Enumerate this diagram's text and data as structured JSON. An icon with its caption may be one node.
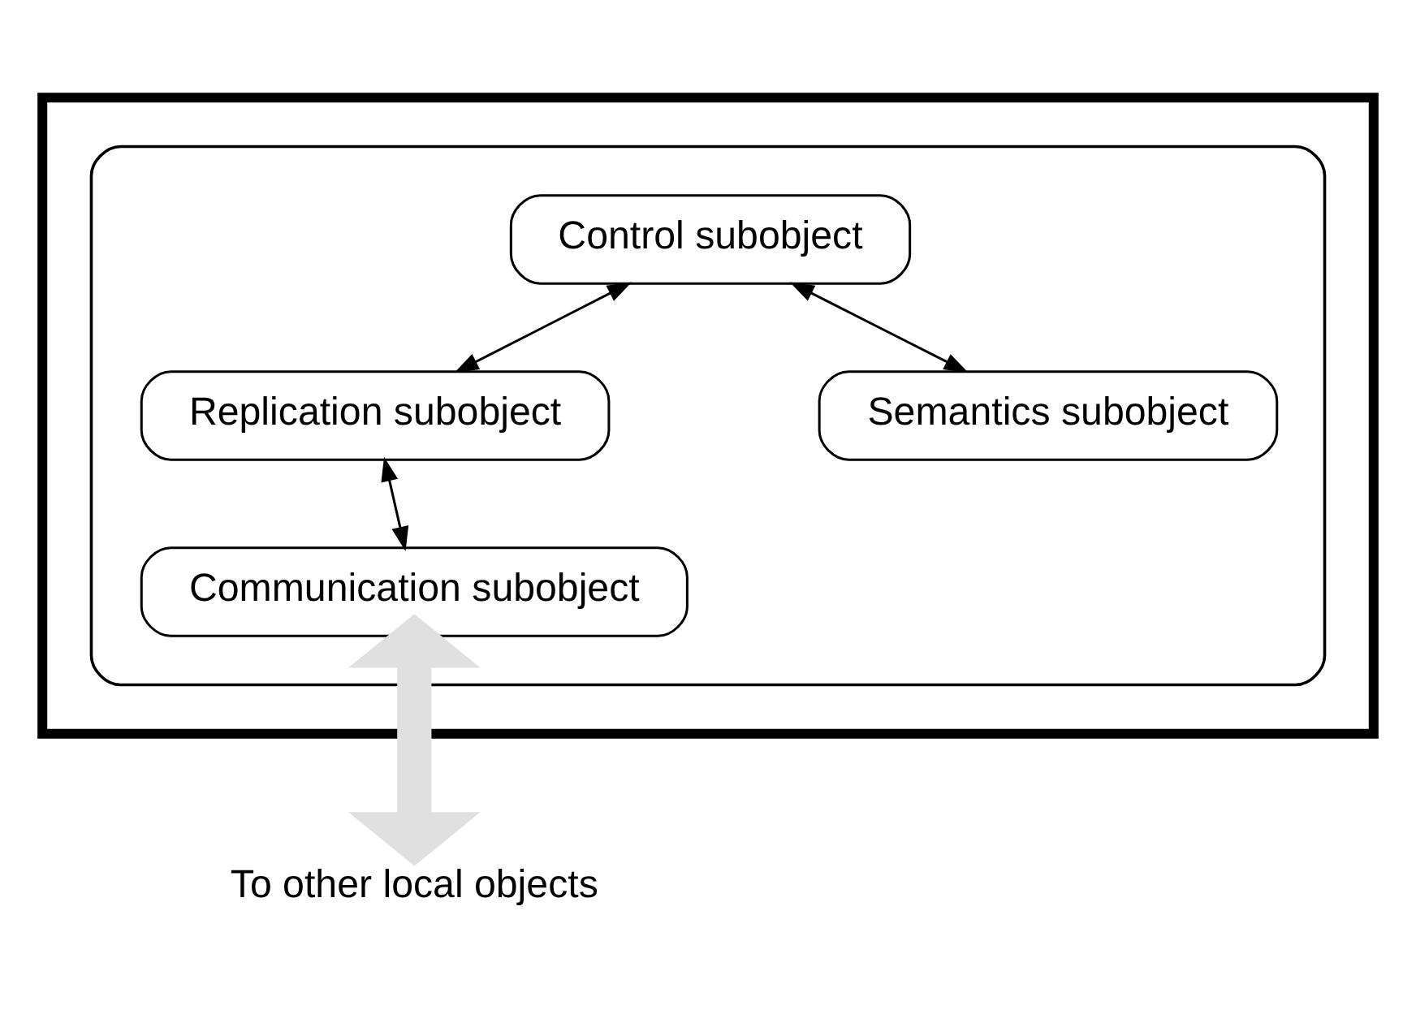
{
  "diagram": {
    "nodes": [
      {
        "text": [],
        "shape": "box"
      },
      {
        "text": [],
        "shape": "box",
        "in": 0
      },
      {
        "text": [
          "Control subobject"
        ],
        "in": 1
      },
      {
        "text": [
          "Replication subobject"
        ],
        "in": 1
      },
      {
        "text": [
          "Semantics subobject"
        ],
        "in": 1
      },
      {
        "text": [
          "Communication subobject"
        ],
        "in": 1
      },
      {
        "text": [
          "To other local objects"
        ]
      }
    ],
    "edges": [
      {
        "from": 2,
        "to": 3,
        "arrow": "both"
      },
      {
        "from": 2,
        "to": 4,
        "arrow": "both"
      },
      {
        "from": 3,
        "to": 5,
        "arrow": "both"
      },
      {
        "from": 5,
        "to": 6,
        "arrow": "both",
        "style": "thick",
        "color": "#e0e0e0"
      }
    ]
  }
}
